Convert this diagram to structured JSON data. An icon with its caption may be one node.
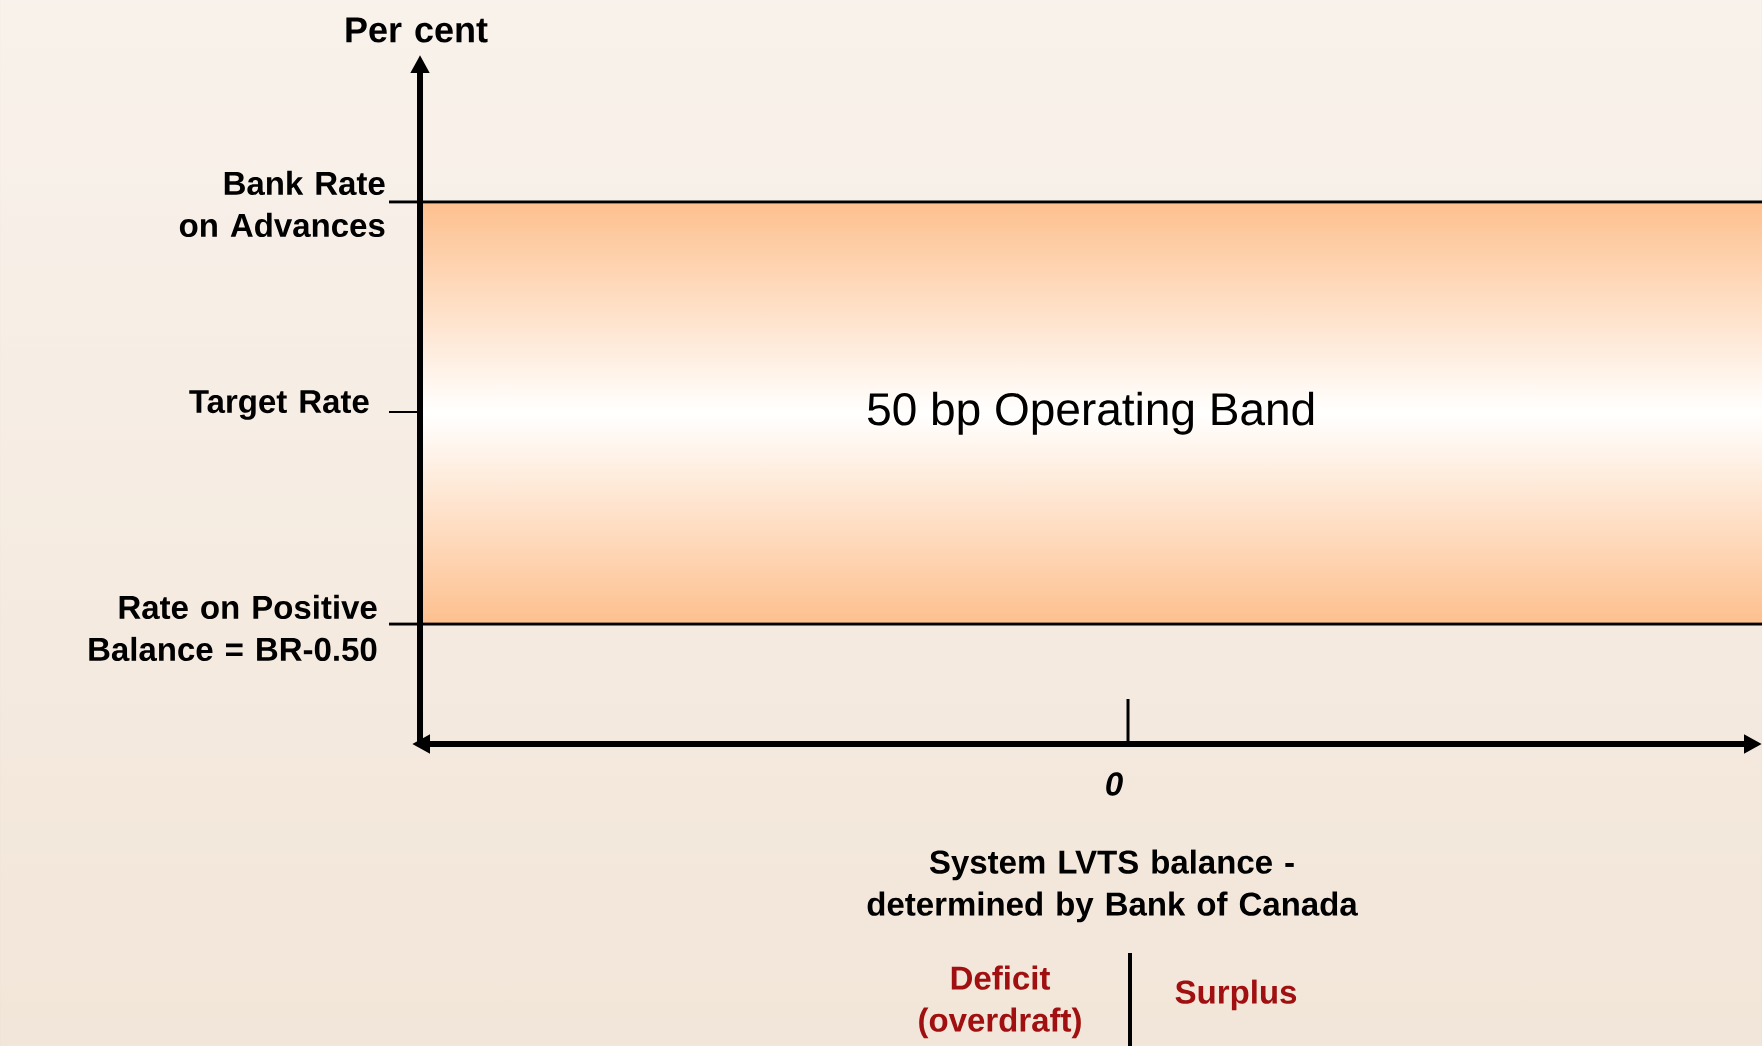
{
  "diagram": {
    "nodes": [
      {
        "text": [
          "50 bp Operating Band"
        ]
      }
    ],
    "labels": [
      "Per cent",
      "Bank Rate on Advances",
      "Target Rate",
      "Rate on Positive Balance = BR-0.50",
      "0",
      "System LVTS balance - determined by Bank of Canada",
      "Deficit (overdraft)",
      "Surplus"
    ]
  }
}
